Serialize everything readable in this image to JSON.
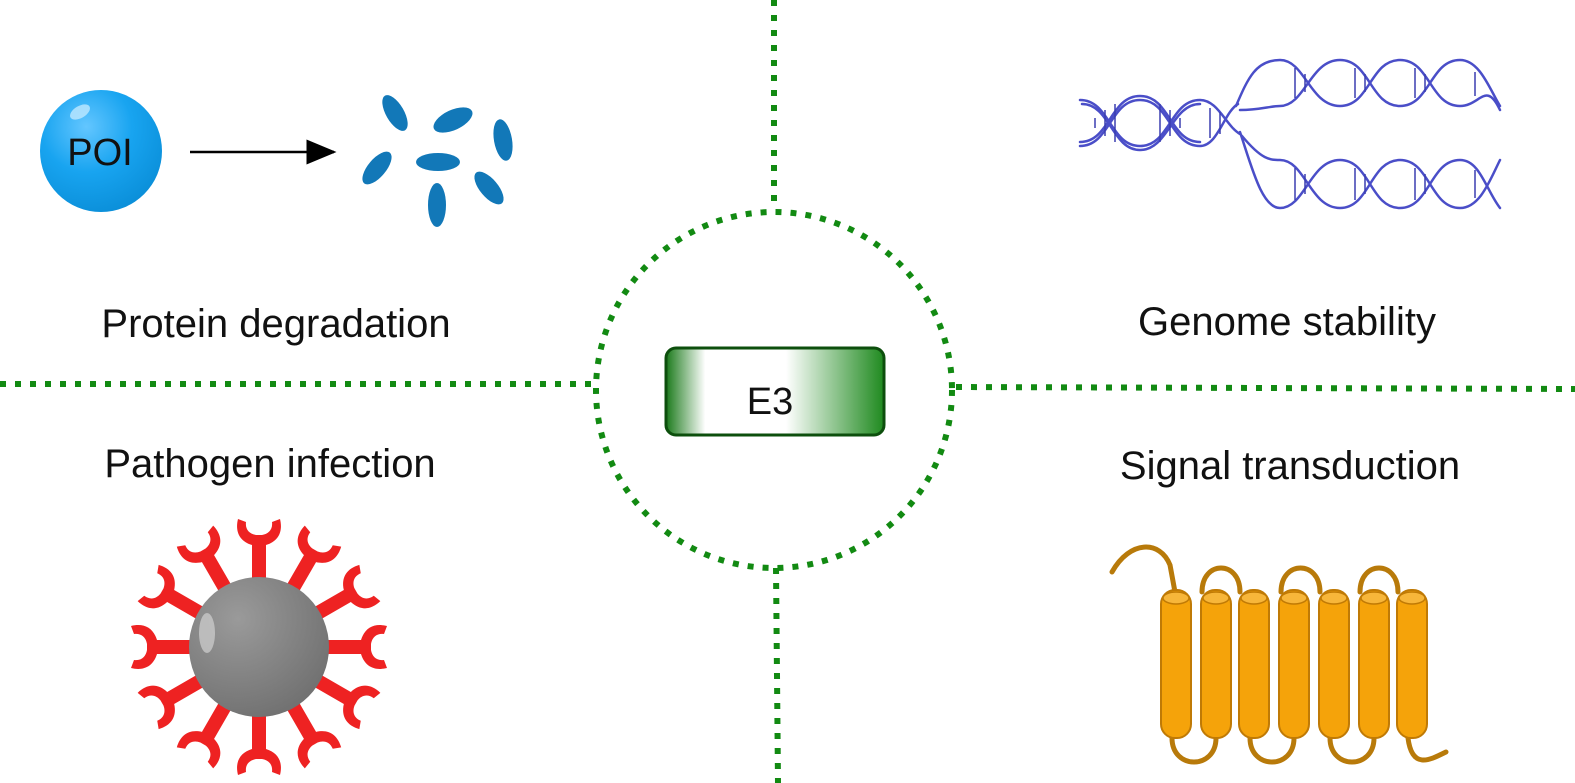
{
  "center": {
    "label": "E3"
  },
  "quadrants": {
    "top_left": {
      "title": "Protein degradation",
      "poi_label": "POI"
    },
    "top_right": {
      "title": "Genome stability"
    },
    "bottom_left": {
      "title": "Pathogen infection"
    },
    "bottom_right": {
      "title": "Signal transduction"
    }
  },
  "colors": {
    "divider": "#128a12",
    "e3_box": "#1e8a1e",
    "poi": "#1aa3ef",
    "fragments": "#1278b8",
    "dna": "#4a4ec8",
    "virus_spike": "#ee2222",
    "virus_core": "#8a8a8a",
    "membrane_protein": "#f5a30a"
  }
}
